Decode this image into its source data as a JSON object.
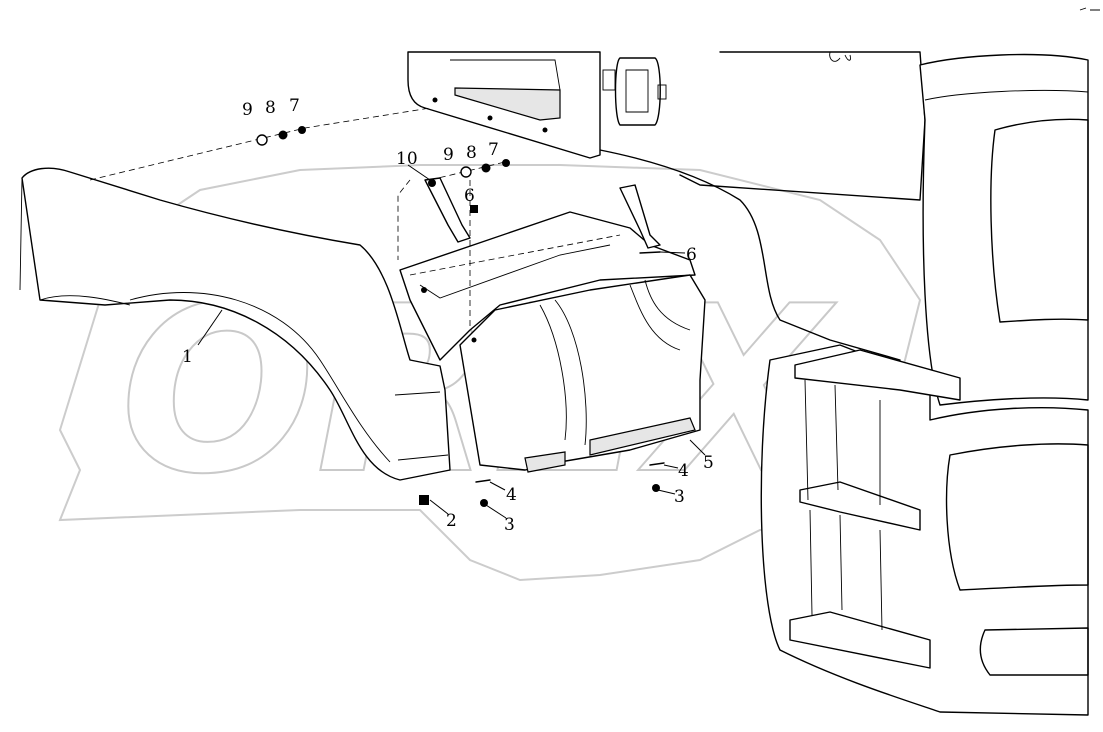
{
  "watermark": {
    "logo_text": "OREX",
    "color": "#c9c9c9"
  },
  "callouts": {
    "c1": "1",
    "c2": "2",
    "c3a": "3",
    "c3b": "3",
    "c4a": "4",
    "c4b": "4",
    "c5": "5",
    "c6a": "6",
    "c6b": "6",
    "c7a": "7",
    "c7b": "7",
    "c8a": "8",
    "c8b": "8",
    "c9a": "9",
    "c9b": "9",
    "c10": "10"
  }
}
